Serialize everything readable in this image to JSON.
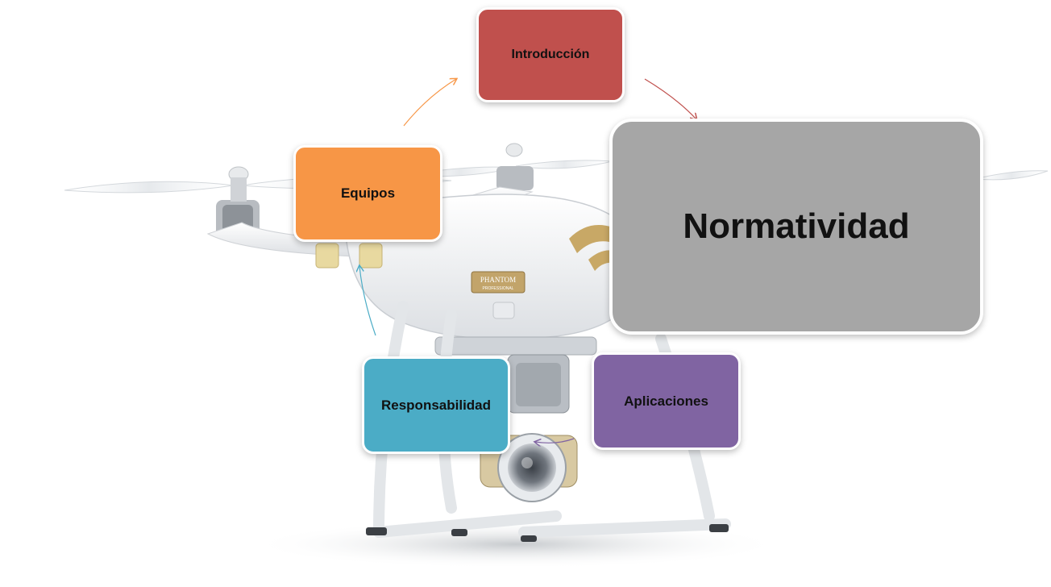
{
  "diagram": {
    "nodes": [
      {
        "id": "intro",
        "label": "Introducción",
        "color": "#c0504d"
      },
      {
        "id": "normatividad",
        "label": "Normatividad",
        "color": "#a6a6a6"
      },
      {
        "id": "aplicaciones",
        "label": "Aplicaciones",
        "color": "#8064a2"
      },
      {
        "id": "responsabilidad",
        "label": "Responsabilidad",
        "color": "#4bacc6"
      },
      {
        "id": "equipos",
        "label": "Equipos",
        "color": "#f79646"
      }
    ],
    "cycle_direction": "clockwise"
  },
  "background": {
    "image": "drone-photo",
    "brand_text": "PHANTOM",
    "brand_subtext": "PROFESSIONAL"
  }
}
